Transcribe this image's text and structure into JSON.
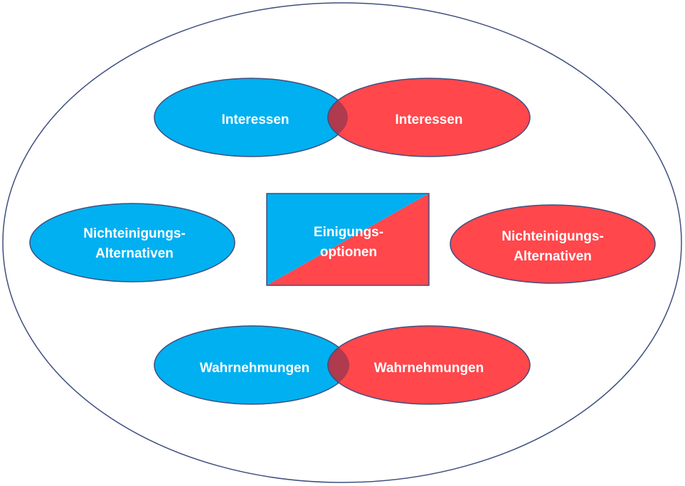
{
  "colors": {
    "party_a": "#00b0f0",
    "party_b": "#ff474c",
    "overlap": "#b03a4e",
    "outline": "#3f4f7f",
    "label": "#ffffff"
  },
  "interests": {
    "left_label": "Interessen",
    "right_label": "Interessen"
  },
  "alternatives": {
    "left_line1": "Nichteinigungs-",
    "left_line2": "Alternativen",
    "right_line1": "Nichteinigungs-",
    "right_line2": "Alternativen"
  },
  "options": {
    "line1": "Einigungs-",
    "line2": "optionen"
  },
  "perceptions": {
    "left_label": "Wahrnehmungen",
    "right_label": "Wahrnehmungen"
  }
}
